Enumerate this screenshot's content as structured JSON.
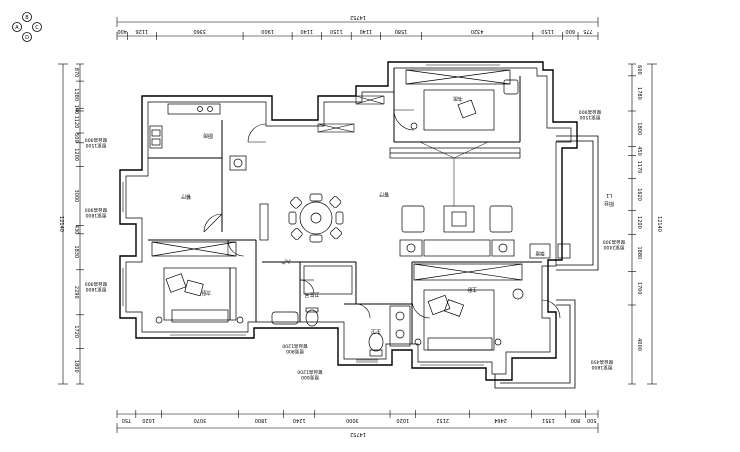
{
  "compass": {
    "letters": [
      "A",
      "B",
      "C",
      "D"
    ]
  },
  "dimensions": {
    "top_total": "14752",
    "bottom_total": "14752",
    "left_total": "12140",
    "right_total": "12140",
    "top_segments": [
      "400",
      "1126",
      "3360",
      "1900",
      "1140",
      "1150",
      "1140",
      "1580",
      "4320",
      "1150",
      "600",
      "775"
    ],
    "bottom_segments": [
      "750",
      "1020",
      "3070",
      "1800",
      "1240",
      "3000",
      "1020",
      "2152",
      "2464",
      "1351",
      "800",
      "500"
    ],
    "left_segments": [
      "870",
      "1380",
      "140",
      "1120",
      "500",
      "1200",
      "3000",
      "430",
      "1830",
      "2290",
      "1720",
      "1800"
    ],
    "right_segments": [
      "600",
      "1780",
      "1800",
      "450",
      "1170",
      "1620",
      "1200",
      "1880",
      "1700",
      "4000"
    ]
  },
  "rooms": {
    "kitchen": "厨房",
    "dining": "餐厅",
    "master_bedroom": "主卧",
    "second_bedroom": "次卧",
    "study": "书房",
    "living": "客厅",
    "guest_bath": "卫生间",
    "master_bath": "主卫",
    "balcony": "阳台",
    "entry": "入户"
  },
  "annotations": {
    "kitchen_window": "窗宽1500\n窗台高900",
    "dining_window": "窗宽1800\n窗台高900",
    "bedroom_window": "窗宽1800\n窗台高900",
    "bath_window_1": "窗宽800\n窗台高1200",
    "bath_window_2": "窗宽600\n窗台高1200",
    "master_window": "窗宽1800\n窗台高450",
    "study_window": "窗宽1500\n窗台高900",
    "balcony_window": "窗宽2400\n窗台高300",
    "living_note": "飘窗",
    "balcony_note": "L1"
  }
}
